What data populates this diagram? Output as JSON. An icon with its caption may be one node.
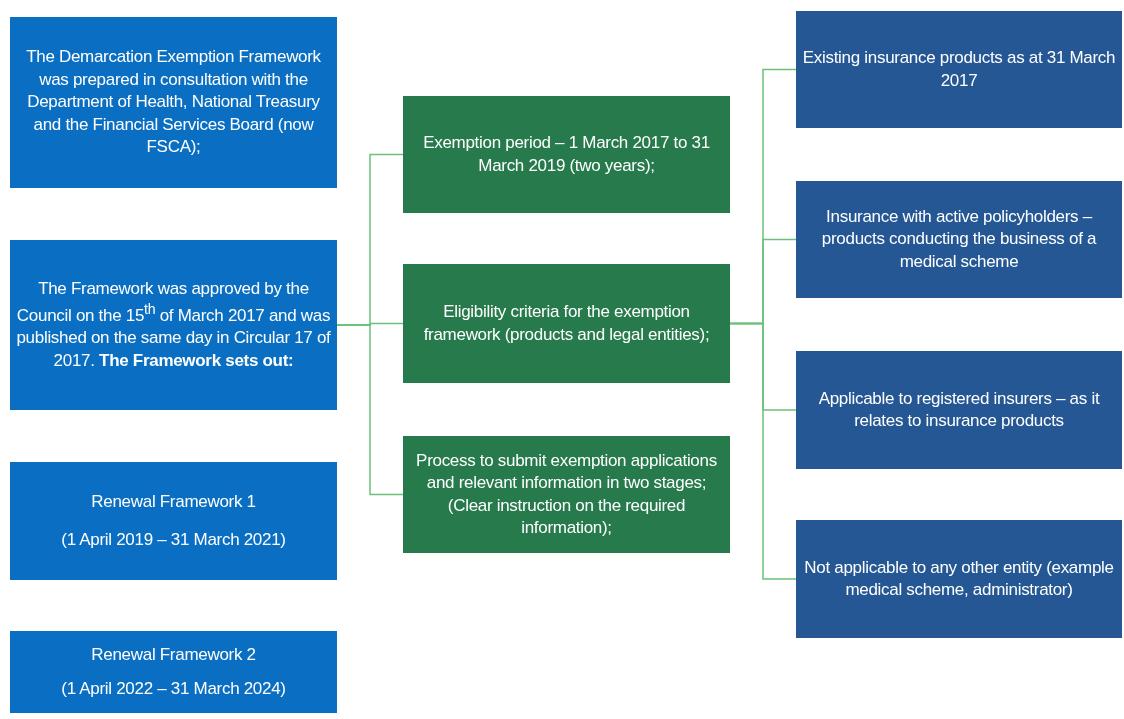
{
  "diagram": {
    "nodes": [
      {
        "text": [
          "The Demarcation Exemption Framework was prepared in consultation with the Department of Health, National Treasury and the Financial Services Board (now FSCA);"
        ]
      },
      {
        "text": [
          "The Framework was approved by the Council on the 15$^{th}$ of March 2017 and was published on the same day in Circular 17 of 2017. **The Framework sets out:**"
        ]
      },
      {
        "text": [
          "Renewal Framework 1",
          "(1 April 2019 – 31 March 2021)"
        ]
      },
      {
        "text": [
          "Renewal Framework 2",
          "(1 April 2022 – 31 March 2024)"
        ]
      },
      {
        "text": [
          "Exemption period – 1 March 2017 to 31 March 2019 (two years);"
        ]
      },
      {
        "text": [
          "Eligibility criteria for the exemption framework (products and legal entities);"
        ]
      },
      {
        "text": [
          "Process to submit exemption applications and relevant information in two stages; (Clear instruction on the required information);"
        ]
      },
      {
        "text": [
          "Existing insurance products as at 31 March 2017"
        ]
      },
      {
        "text": [
          "Insurance with active policyholders – products conducting the business of a medical scheme"
        ]
      },
      {
        "text": [
          "Applicable to registered insurers – as it relates to insurance products"
        ]
      },
      {
        "text": [
          "Not applicable to any other entity (example medical scheme, administrator)"
        ]
      }
    ],
    "edges": [
      {
        "from": 1,
        "to": 4,
        "arrow": "none"
      },
      {
        "from": 1,
        "to": 5,
        "arrow": "none"
      },
      {
        "from": 1,
        "to": 6,
        "arrow": "none"
      },
      {
        "from": 5,
        "to": 7,
        "arrow": "none"
      },
      {
        "from": 5,
        "to": 8,
        "arrow": "none"
      },
      {
        "from": 5,
        "to": 9,
        "arrow": "none"
      },
      {
        "from": 5,
        "to": 10,
        "arrow": "none"
      }
    ]
  }
}
